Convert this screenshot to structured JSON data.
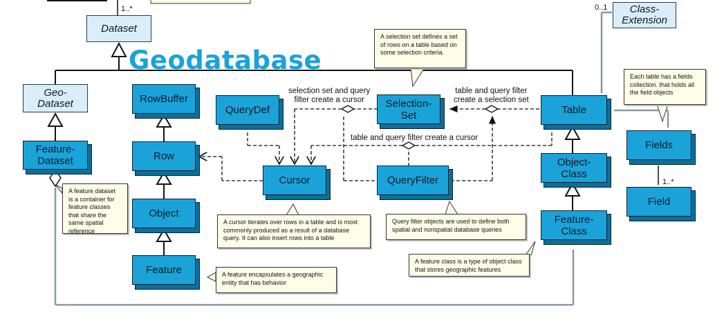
{
  "title": "Geodatabase",
  "classes": {
    "dataset": "Dataset",
    "geo_dataset": "Geo-\nDataset",
    "class_extension": "Class-\nExtension",
    "feature_dataset": "Feature-\nDataset",
    "row_buffer": "RowBuffer",
    "row": "Row",
    "object": "Object",
    "feature": "Feature",
    "query_def": "QueryDef",
    "cursor": "Cursor",
    "selection_set": "Selection-\nSet",
    "query_filter": "QueryFilter",
    "table": "Table",
    "object_class": "Object-\nClass",
    "feature_class": "Feature-\nClass",
    "fields": "Fields",
    "field": "Field"
  },
  "labels": {
    "sel_query_cursor": "selection set and query\nfilter create a cursor",
    "table_query_selection": "table and query filter\ncreate a selection set",
    "table_query_cursor": "table and query filter create a cursor"
  },
  "multiplicity": {
    "dataset": "1..*",
    "class_extension": "0..1",
    "field": "1..*"
  },
  "notes": {
    "selection_set": "A selection set defines a set of rows on a table based on some selection criteria.",
    "fields": "Each table has a fields collection. that holds all the field objects",
    "feature_dataset": "A feature dataset is a container for feature classes that share the same spatial reference",
    "cursor": "A cursor iterates over rows in a table and is most commonly produced as a result of a database query. It can also insert rows into a table",
    "query_filter": "Query filter objects are used to define both spatial and nonspatial database queries",
    "feature": "A feature encapsulates a geographic entity that has behavior",
    "feature_class": "A feature class is a type of object class that stores geographic features"
  },
  "colors": {
    "class_fill": "#1aa3d9",
    "class_shadow": "#0d6f9a",
    "abstract_fill": "#d9eef8",
    "title": "#1aa3d9",
    "note_fill": "#fffde8",
    "grey_line": "#8a97a0"
  }
}
